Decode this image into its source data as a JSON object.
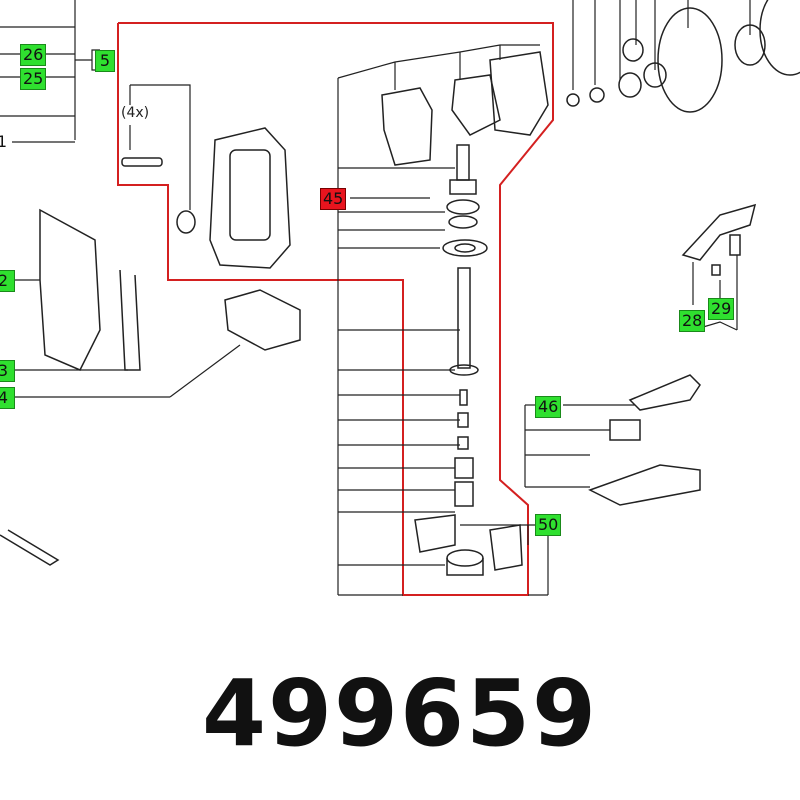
{
  "diagram": {
    "part_number": "499659",
    "quantity_note": "(4x)",
    "labels": {
      "l26": "26",
      "l25": "25",
      "l5": "5",
      "l1": "1",
      "l2": "2",
      "l3": "3",
      "l4": "4",
      "l45": "45",
      "l46": "46",
      "l50": "50",
      "l28": "28",
      "l29": "29"
    },
    "colors": {
      "label_green": "#2fe02f",
      "label_red": "#e8141e",
      "group_outline": "#d42020"
    }
  }
}
